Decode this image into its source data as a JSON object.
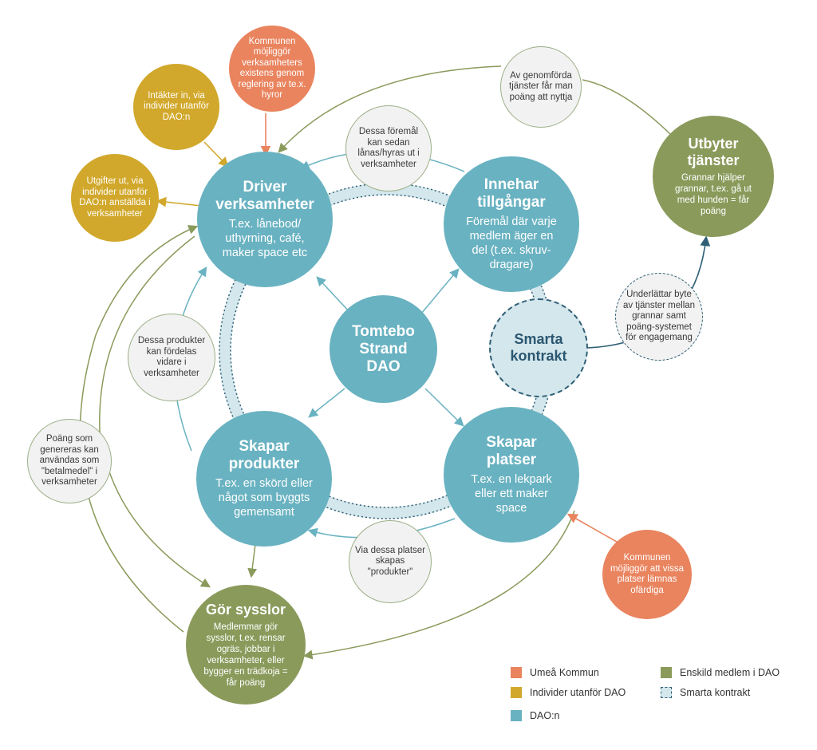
{
  "colors": {
    "teal": "#69b2c1",
    "olive_green": "#8a9a5b",
    "orange": "#e9845f",
    "gold": "#d1a82b",
    "smart_fill": "#d4e7ec",
    "smart_border": "#2f5f75",
    "gray_fill": "#f2f2f2"
  },
  "center": {
    "line1": "Tomtebo",
    "line2": "Strand",
    "line3": "DAO"
  },
  "driver": {
    "title": "Driver verksamheter",
    "desc": "T.ex. lånebod/ uthyrning, café, maker space etc"
  },
  "innehar": {
    "title": "Innehar tillgångar",
    "desc": "Föremål där varje medlem äger en del (t.ex. skruv-dragare)"
  },
  "produkter": {
    "title": "Skapar produkter",
    "desc": "T.ex. en skörd eller något som byggts gemensamt"
  },
  "platser": {
    "title": "Skapar platser",
    "desc": "T.ex. en lekpark eller ett maker space"
  },
  "smarta": {
    "title": "Smarta kontrakt"
  },
  "utbyter": {
    "title": "Utbyter tjänster",
    "desc": "Grannar hjälper grannar, t.ex. gå ut med hunden = får poäng"
  },
  "sysslor": {
    "title": "Gör sysslor",
    "desc": "Medlemmar gör sysslor, t.ex. rensar ogräs, jobbar i verksamheter, eller bygger en trädkoja = får poäng"
  },
  "notes": {
    "lanas": "Dessa föremål kan sedan lånas/hyras ut i verksamheter",
    "fordelas": "Dessa produkter kan fördelas vidare i verksamheter",
    "skapas": "Via dessa platser skapas \"produkter\"",
    "poang_tjanster": "Av genomförda tjänster får man poäng att nyttja",
    "underlattar": "Underlättar byte av tjänster mellan grannar samt poäng-systemet för engagemang",
    "poang_betal": "Poäng som genereras kan användas som \"betalmedel\" i verksamheter"
  },
  "external": {
    "kommun_reglering": "Kommunen möjliggör verksamheters existens genom reglering av te.x. hyror",
    "intakter": "Intäkter in, via individer utanför DAO:n",
    "utgifter": "Utgifter ut, via individer utanför DAO:n anställda i verksamheter",
    "kommun_ofardiga": "Kommunen möjliggör att vissa platser lämnas ofärdiga"
  },
  "legend": {
    "umea": "Umeå Kommun",
    "individer": "Individer utanför DAO",
    "dao": "DAO:n",
    "enskild": "Enskild medlem i DAO",
    "smarta": "Smarta kontrakt"
  }
}
